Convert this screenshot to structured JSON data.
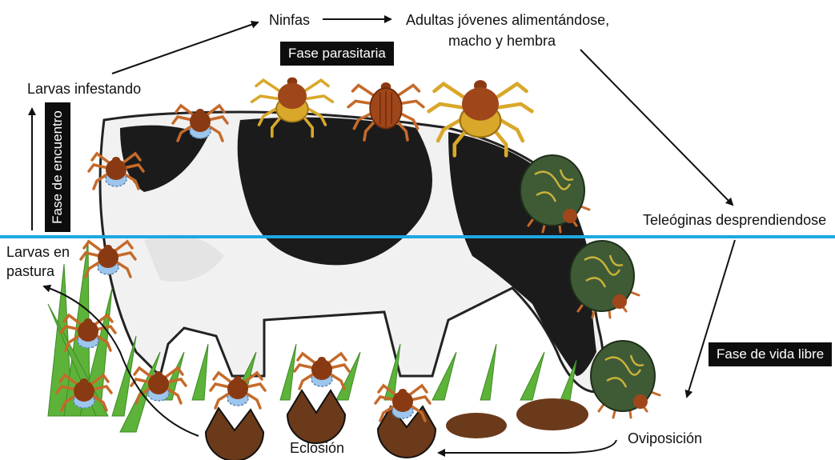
{
  "labels": {
    "ninfas": "Ninfas",
    "adultas_line1": "Adultas jóvenes alimentándose,",
    "adultas_line2": "macho y hembra",
    "larvas_infestando": "Larvas infestando",
    "larvas_pastura_line1": "Larvas en",
    "larvas_pastura_line2": "pastura",
    "teleoginas": "Teleóginas desprendiendose",
    "oviposicion": "Oviposición",
    "eclosion": "Eclosión"
  },
  "phases": {
    "parasitaria": "Fase parasitaria",
    "encuentro": "Fase de encuentro",
    "vida_libre": "Fase de vida libre"
  },
  "colors": {
    "divider": "#1ea7e1",
    "tick_brown": "#8a3a12",
    "tick_legs": "#c56a2a",
    "larva_scutum": "#9cc6ec",
    "nymph_scutum": "#d9a82a",
    "engorged_green": "#3f5b35",
    "grass": "#5db33a",
    "egg_brown": "#6b3a1a",
    "box_bg": "#0d0d0d"
  }
}
